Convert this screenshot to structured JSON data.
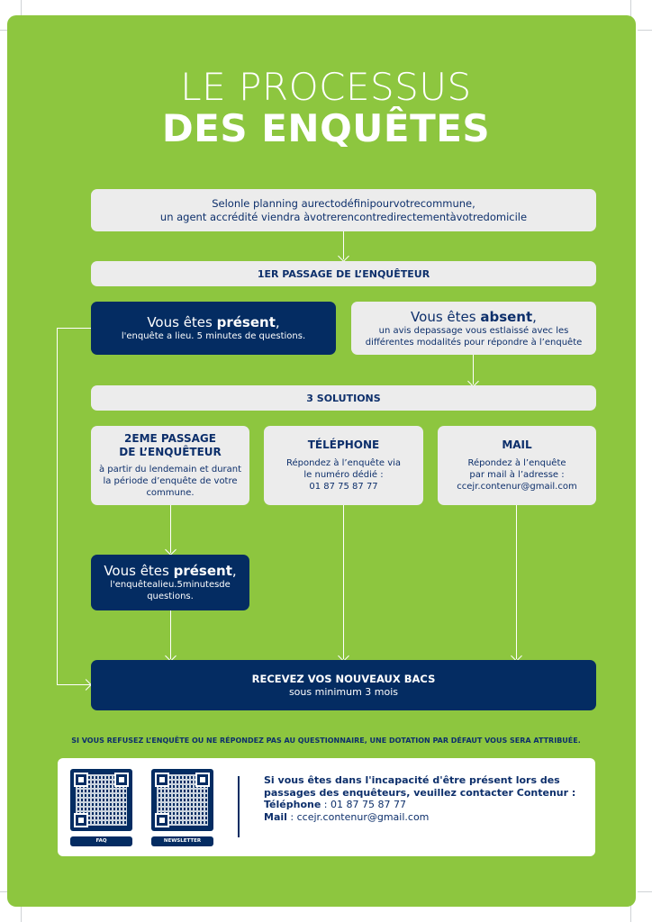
{
  "title": {
    "line1": "LE PROCESSUS",
    "line2": "DES ENQUÊTES"
  },
  "intro": {
    "line1": "Selonle planning aurectodéfinipourvotrecommune,",
    "line2": "un agent accrédité viendra àvotrerencontredirectementàvotredomicile"
  },
  "first_visit": "1ER PASSAGE DE L’ENQUÊTEUR",
  "present": {
    "prefix": "Vous êtes ",
    "bold": "présent",
    "suffix": ",",
    "detail": "l'enquête a lieu. 5 minutes de questions."
  },
  "absent": {
    "prefix": "Vous êtes ",
    "bold": "absent",
    "suffix": ",",
    "detail_line1": "un avis depassage vous estlaissé avec les",
    "detail_line2": "différentes modalités pour répondre à l’enquête"
  },
  "solutions_header": "3 SOLUTIONS",
  "solutions": [
    {
      "title_line1": "2EME PASSAGE",
      "title_line2": "DE L’ENQUÊTEUR",
      "text_line1": "à partir du lendemain et durant",
      "text_line2": "la période d’enquête de votre",
      "text_line3": "commune."
    },
    {
      "title_line1": "TÉLÉPHONE",
      "title_line2": "",
      "text_line1": "Répondez à l’enquête via",
      "text_line2": "le numéro dédié :",
      "text_line3": "01 87 75 87 77"
    },
    {
      "title_line1": "MAIL",
      "title_line2": "",
      "text_line1": "Répondez à l’enquête",
      "text_line2": "par mail à l’adresse :",
      "text_line3": "ccejr.contenur@gmail.com"
    }
  ],
  "present2": {
    "prefix": "Vous êtes ",
    "bold": "présent",
    "suffix": ",",
    "detail_line1": "l'enquêtealieu.5minutesde",
    "detail_line2": "questions."
  },
  "result": {
    "title": "RECEVEZ VOS NOUVEAUX BACS",
    "subtitle": "sous minimum 3 mois"
  },
  "refusal_note": "SI VOUS REFUSEZ L’ENQUÊTE OU NE RÉPONDEZ PAS AU QUESTIONNAIRE, UNE DOTATION PAR DÉFAUT VOUS SERA ATTRIBUÉE.",
  "footer": {
    "qr_codes": [
      {
        "label": "FAQ"
      },
      {
        "label": "NEWSLETTER"
      }
    ],
    "contact_line1": "Si vous êtes dans l'incapacité d'être présent lors des",
    "contact_line2": "passages des enquêteurs, veuillez contacter Contenur :",
    "phone_label": "Téléphone",
    "phone_value": " : 01 87 75 87 77",
    "mail_label": "Mail",
    "mail_value": " : ccejr.contenur@gmail.com"
  },
  "colors": {
    "background_green": "#8dc63f",
    "navy": "#042c62",
    "light_box": "#ececec",
    "text_navy": "#0d2f6b"
  }
}
